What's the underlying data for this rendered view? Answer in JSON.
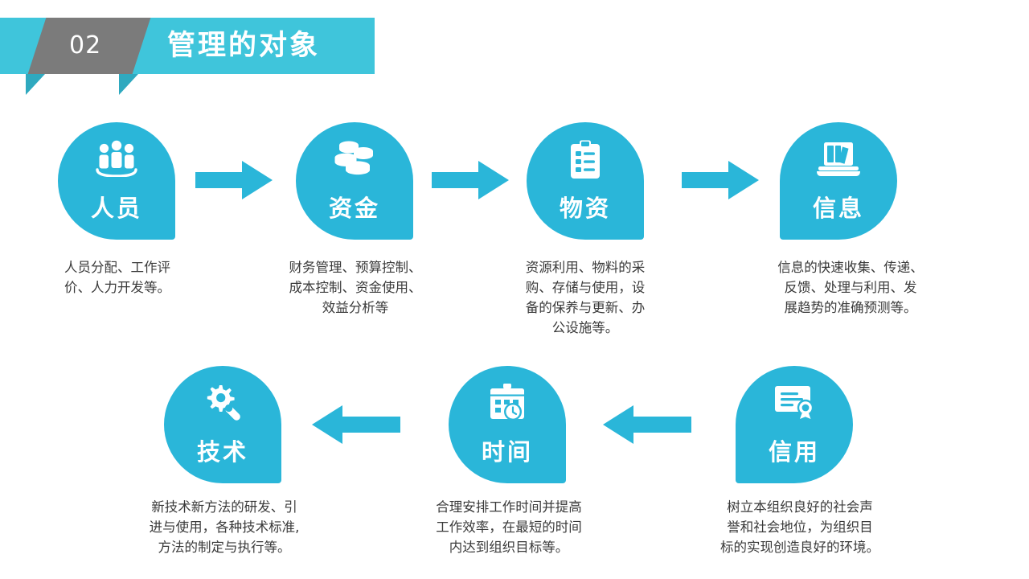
{
  "header": {
    "number": "02",
    "title": "管理的对象",
    "bar_color": "#3fc5db",
    "ribbon_color": "#7b7b7b",
    "accent_color": "#2ab6d9"
  },
  "diagram": {
    "node_color": "#2ab6d9",
    "arrow_color": "#2ab6d9",
    "caption_color": "#3a3a3a",
    "nodes": [
      {
        "id": "people",
        "label": "人员",
        "icon": "people-group-icon",
        "caption": "人员分配、工作评\n价、人力开发等。"
      },
      {
        "id": "funds",
        "label": "资金",
        "icon": "coins-stack-icon",
        "caption": "财务管理、预算控制、\n成本控制、资金使用、\n效益分析等"
      },
      {
        "id": "materials",
        "label": "物资",
        "icon": "clipboard-checklist-icon",
        "caption": "资源利用、物料的采\n购、存储与使用，设\n备的保养与更新、办\n公设施等。"
      },
      {
        "id": "information",
        "label": "信息",
        "icon": "laptop-books-icon",
        "caption": "信息的快速收集、传递、\n反馈、处理与利用、发\n展趋势的准确预测等。"
      },
      {
        "id": "technology",
        "label": "技术",
        "icon": "gear-wrench-icon",
        "caption": "新技术新方法的研发、引\n进与使用，各种技术标准,\n方法的制定与执行等。"
      },
      {
        "id": "time",
        "label": "时间",
        "icon": "calendar-clock-icon",
        "caption": "合理安排工作时间并提高\n工作效率，在最短的时间\n内达到组织目标等。"
      },
      {
        "id": "credit",
        "label": "信用",
        "icon": "certificate-icon",
        "caption": "树立本组织良好的社会声\n誉和社会地位，为组织目\n标的实现创造良好的环境。"
      }
    ],
    "arrows": [
      {
        "id": "arrow-people-to-funds",
        "direction": "right"
      },
      {
        "id": "arrow-funds-to-materials",
        "direction": "right"
      },
      {
        "id": "arrow-materials-to-information",
        "direction": "right"
      },
      {
        "id": "arrow-time-to-technology",
        "direction": "left"
      },
      {
        "id": "arrow-credit-to-time",
        "direction": "left"
      }
    ]
  }
}
